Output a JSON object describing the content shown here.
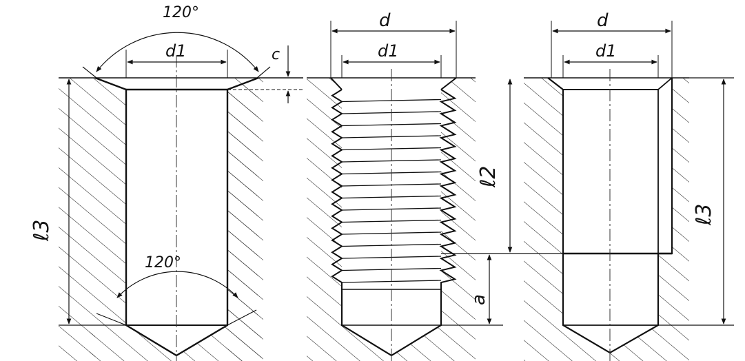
{
  "labels": {
    "fig1_top_angle": "120°",
    "fig1_d1": "d1",
    "fig1_c": "c",
    "fig1_l3": "ℓ3",
    "fig1_bottom_angle": "120°",
    "fig2_d": "d",
    "fig2_d1": "d1",
    "fig2_a": "a",
    "fig3_d": "d",
    "fig3_d1": "d1",
    "fig3_l2": "ℓ2",
    "fig3_l3": "ℓ3"
  },
  "colors": {
    "ink": "#111111",
    "background": "#ffffff"
  }
}
